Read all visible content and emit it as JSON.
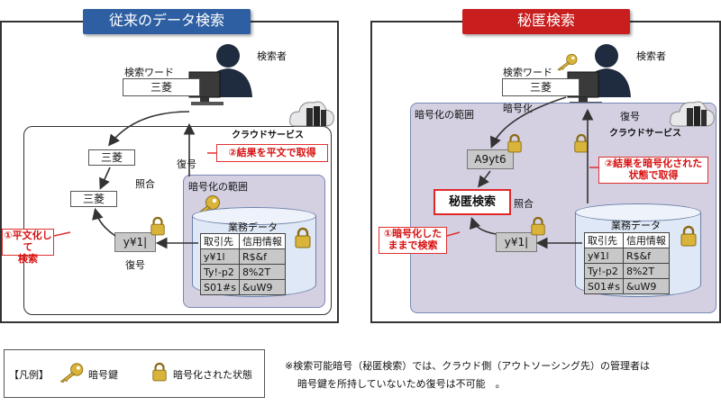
{
  "colors": {
    "left_banner": "#2e5fa3",
    "right_banner": "#c81e1e",
    "region_fill": "#d4d0e2",
    "callout_red": "#d81010",
    "lock_gold": "#d9b43a"
  },
  "icons": {
    "person": "person-at-computer-icon",
    "cloud": "cloud-server-icon",
    "key": "key-icon",
    "lock": "padlock-icon",
    "database": "database-cylinder-icon"
  },
  "left": {
    "title": "従来のデータ検索",
    "searcher": "検索者",
    "search_word_label": "検索ワード",
    "search_word": "三菱",
    "cloud_service": "クラウドサービス",
    "decrypt_top": "復号",
    "result_box": "三菱",
    "match": "照合",
    "match_box": "三菱",
    "encrypted_query": "y¥1|",
    "decrypt_bottom": "復号",
    "encryption_scope": "暗号化の範囲",
    "db_title": "業務データ",
    "callout_result": "②結果を平文で取得",
    "callout_plain_line1": "①平文化して",
    "callout_plain_line2": "検索",
    "table": {
      "headers": [
        "取引先",
        "信用情報"
      ],
      "rows": [
        [
          "y¥1l",
          "R$&f"
        ],
        [
          "Ty!-p2",
          "8%2T"
        ],
        [
          "S01#s",
          "&uW9"
        ]
      ]
    }
  },
  "right": {
    "title": "秘匿検索",
    "searcher": "検索者",
    "search_word_label": "検索ワード",
    "search_word": "三菱",
    "encryption_scope": "暗号化の範囲",
    "encrypt": "暗号化",
    "decrypt": "復号",
    "cloud_service": "クラウドサービス",
    "encrypted_word": "A9yt6",
    "secret_search": "秘匿検索",
    "match": "照合",
    "encrypted_query": "y¥1|",
    "db_title": "業務データ",
    "callout_result_line1": "②結果を暗号化された",
    "callout_result_line2": "状態で取得",
    "callout_search_line1": "①暗号化した",
    "callout_search_line2": "ままで検索",
    "table": {
      "headers": [
        "取引先",
        "信用情報"
      ],
      "rows": [
        [
          "y¥1l",
          "R$&f"
        ],
        [
          "Ty!-p2",
          "8%2T"
        ],
        [
          "S01#s",
          "&uW9"
        ]
      ]
    }
  },
  "legend": {
    "label": "【凡例】",
    "key_text": "暗号鍵",
    "lock_text": "暗号化された状態"
  },
  "note": {
    "line1": "※検索可能暗号（秘匿検索）では、クラウド側（アウトソーシング先）の管理者は",
    "line2": "暗号鍵を所持していないため復号は不可能　。"
  }
}
